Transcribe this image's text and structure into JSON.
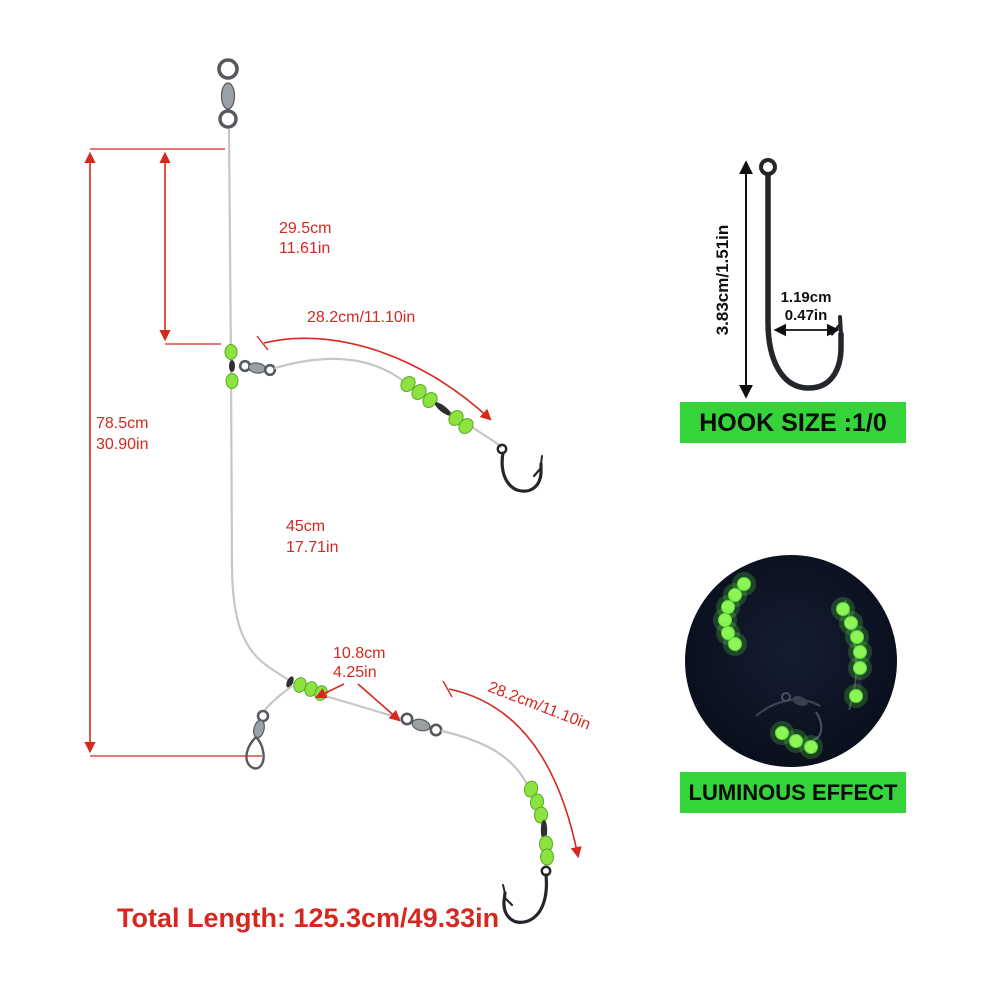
{
  "rig_diagram": {
    "dimensions": {
      "top_section": {
        "cm": "29.5cm",
        "inch": "11.61in"
      },
      "upper_branch": "28.2cm/11.10in",
      "left_total": {
        "cm": "78.5cm",
        "inch": "30.90in"
      },
      "middle_section": {
        "cm": "45cm",
        "inch": "17.71in"
      },
      "drop_section": {
        "cm": "10.8cm",
        "inch": "4.25in"
      },
      "lower_branch": "28.2cm/11.10in",
      "total_length": "Total Length: 125.3cm/49.33in"
    }
  },
  "hook_detail": {
    "shank_length": "3.83cm/1.51in",
    "gap_cm": "1.19cm",
    "gap_inch": "0.47in",
    "banner": "HOOK SIZE :1/0"
  },
  "luminous_detail": {
    "banner": "LUMINOUS EFFECT"
  },
  "colors": {
    "dimension_red": "#d6281e",
    "banner_green": "#35d43a",
    "bead_green": "#8ce23f",
    "luminous_bead_green": "#8df555",
    "fishing_line_gray": "#c8c6c1",
    "hook_metal_dark": "#23262b",
    "luminous_circle_bg": "#0a101c"
  }
}
